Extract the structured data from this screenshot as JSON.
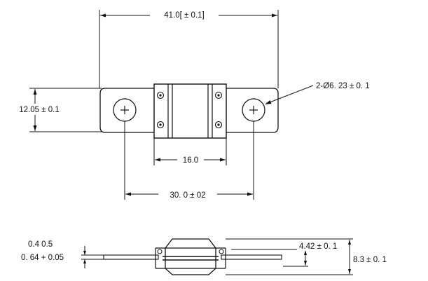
{
  "dimensions": {
    "overall_length": "41.0[ ± 0.1]",
    "height": "12.05 ± 0.1",
    "hole_diameter": "2-Ø6. 23 ± 0. 1",
    "body_length": "16.0",
    "hole_spacing": "30. 0 ± 02",
    "tab_thickness": "0.4    0.5",
    "tab_thickness_2": "0. 64 + 0.05",
    "side_height": "4.42 ± 0. 1",
    "total_height": "8.3 ± 0. 1"
  },
  "colors": {
    "line": "#111111",
    "background": "#ffffff",
    "body_fill": "#ffffff"
  }
}
